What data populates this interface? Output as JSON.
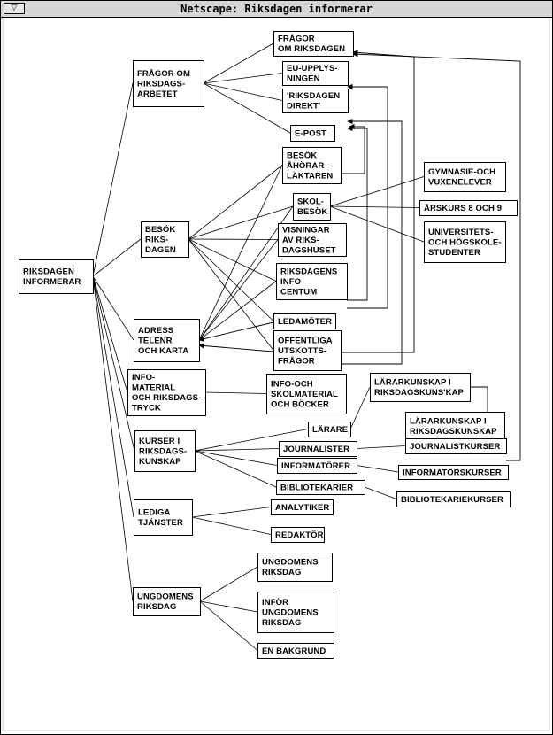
{
  "window": {
    "title": "Netscape: Riksdagen informerar",
    "menu_icon": "menu-arrow-icon"
  },
  "nodes": {
    "root": [
      "RIKSDAGEN",
      "INFORMERAR"
    ],
    "fragor_arbetet": [
      "FRÅGOR OM",
      "RIKSDAGS-",
      "ARBETET"
    ],
    "fragor_riksdagen": [
      "FRÅGOR",
      "OM RIKSDAGEN"
    ],
    "eu": [
      "EU-UPPLYS-",
      "NINGEN"
    ],
    "direkt": [
      "'RIKSDAGEN",
      "DIREKT'"
    ],
    "epost": [
      "E-POST"
    ],
    "besok_riksdagen": [
      "BESÖK",
      "RIKS-",
      "DAGEN"
    ],
    "besok_laktaren": [
      "BESÖK",
      "ÅHÖRAR-",
      "LÄKTAREN"
    ],
    "skolbesok": [
      "SKOL-",
      "BESÖK"
    ],
    "gymnasie": [
      "GYMNASIE-OCH",
      "VUXENELEVER"
    ],
    "arskurs": [
      "ÅRSKURS 8 OCH 9"
    ],
    "universitet": [
      "UNIVERSITETS-",
      "OCH HÖGSKOLE-",
      "STUDENTER"
    ],
    "visningar": [
      "VISNINGAR",
      "AV RIKS-",
      "DAGSHUSET"
    ],
    "infocentum": [
      "RIKSDAGENS",
      "INFO-",
      "CENTUM"
    ],
    "adress": [
      "ADRESS",
      "TELENR",
      "OCH KARTA"
    ],
    "ledamoter": [
      "LEDAMÖTER"
    ],
    "offentliga": [
      "OFFENTLIGA",
      "UTSKOTTS-",
      "FRÅGOR"
    ],
    "infomaterial": [
      "INFO-",
      "MATERIAL",
      "OCH RIKSDAGS-",
      "TRYCK"
    ],
    "skolmaterial": [
      "INFO-OCH",
      "SKOLMATERIAL",
      "OCH BÖCKER"
    ],
    "kurser": [
      "KURSER I",
      "RIKSDAGS-",
      "KUNSKAP"
    ],
    "larare": [
      "LÄRARE"
    ],
    "lararkunskap1": [
      "LÄRARKUNSKAP I",
      "RIKSDAGSKUNS'KAP"
    ],
    "lararkunskap2": [
      "LÄRARKUNSKAP I",
      "RIKSDAGSKUNSKAP"
    ],
    "journalister": [
      "JOURNALISTER"
    ],
    "journalistkurser": [
      "JOURNALISTKURSER"
    ],
    "informatorer": [
      "INFORMATÖRER"
    ],
    "informatorskurser": [
      "INFORMATÖRSKURSER"
    ],
    "bibliotekarier": [
      "BIBLIOTEKARIER"
    ],
    "bibliotekariekurser": [
      "BIBLIOTEKARIEKURSER"
    ],
    "lediga": [
      "LEDIGA",
      "TJÄNSTER"
    ],
    "analytiker": [
      "ANALYTIKER"
    ],
    "redaktor": [
      "REDAKTÖR"
    ],
    "ungdomens": [
      "UNGDOMENS",
      "RIKSDAG"
    ],
    "ungdomens_riksdag": [
      "UNGDOMENS",
      "RIKSDAG"
    ],
    "infor": [
      "INFÖR",
      "UNGDOMENS",
      "RIKSDAG"
    ],
    "bakgrund": [
      "EN BAKGRUND"
    ]
  }
}
